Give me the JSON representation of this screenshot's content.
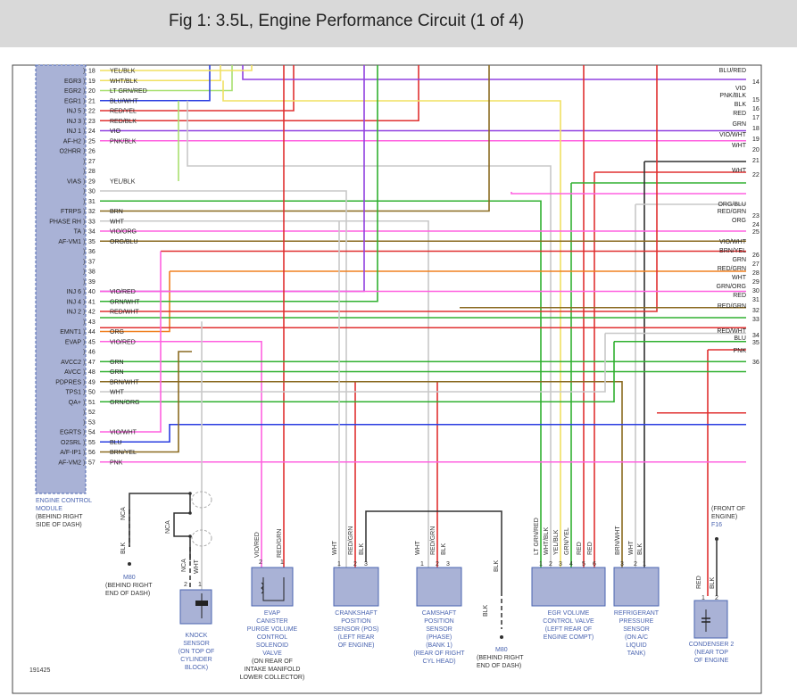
{
  "title": "Fig 1: 3.5L, Engine Performance Circuit (1 of 4)",
  "figure_id": "191425",
  "colors": {
    "title_bar": "#d9d9d9",
    "ecm_fill": "#a9b2d6",
    "component_fill": "#a9b2d6",
    "label_blue": "#4a64b0",
    "yellow": "#f0e060",
    "white": "#c8c8c8",
    "ltgreen": "#a8e070",
    "blue": "#2a3ee0",
    "red": "#e03030",
    "violet": "#9040e0",
    "pink": "#ff60e0",
    "black": "#303030",
    "brown": "#8a6a20",
    "green": "#30b030",
    "orange": "#f08020"
  },
  "ecm": {
    "label_lines": [
      "ENGINE CONTROL",
      "MODULE"
    ],
    "location_lines": [
      "(BEHIND RIGHT",
      "SIDE OF DASH)"
    ],
    "pins": [
      {
        "pin": "18",
        "name": "",
        "wire": "YEL/BLK"
      },
      {
        "pin": "19",
        "name": "EGR3",
        "wire": "WHT/BLK"
      },
      {
        "pin": "20",
        "name": "EGR2",
        "wire": "LT GRN/RED"
      },
      {
        "pin": "21",
        "name": "EGR1",
        "wire": "BLU/WHT"
      },
      {
        "pin": "22",
        "name": "INJ 5",
        "wire": "RED/YEL"
      },
      {
        "pin": "23",
        "name": "INJ 3",
        "wire": "RED/BLK"
      },
      {
        "pin": "24",
        "name": "INJ 1",
        "wire": "VIO"
      },
      {
        "pin": "25",
        "name": "AF-H2",
        "wire": "PNK/BLK"
      },
      {
        "pin": "26",
        "name": "O2HRR",
        "wire": ""
      },
      {
        "pin": "27",
        "name": "",
        "wire": ""
      },
      {
        "pin": "28",
        "name": "",
        "wire": ""
      },
      {
        "pin": "29",
        "name": "VIAS",
        "wire": "YEL/BLK"
      },
      {
        "pin": "30",
        "name": "",
        "wire": ""
      },
      {
        "pin": "31",
        "name": "",
        "wire": ""
      },
      {
        "pin": "32",
        "name": "FTRPS",
        "wire": "BRN"
      },
      {
        "pin": "33",
        "name": "PHASE RH",
        "wire": "WHT"
      },
      {
        "pin": "34",
        "name": "TA",
        "wire": "VIO/ORG"
      },
      {
        "pin": "35",
        "name": "AF-VM1",
        "wire": "ORG/BLU"
      },
      {
        "pin": "36",
        "name": "",
        "wire": ""
      },
      {
        "pin": "37",
        "name": "",
        "wire": ""
      },
      {
        "pin": "38",
        "name": "",
        "wire": ""
      },
      {
        "pin": "39",
        "name": "",
        "wire": ""
      },
      {
        "pin": "40",
        "name": "INJ 6",
        "wire": "VIO/RED"
      },
      {
        "pin": "41",
        "name": "INJ 4",
        "wire": "GRN/WHT"
      },
      {
        "pin": "42",
        "name": "INJ 2",
        "wire": "RED/WHT"
      },
      {
        "pin": "43",
        "name": "",
        "wire": ""
      },
      {
        "pin": "44",
        "name": "EMNT1",
        "wire": "ORG"
      },
      {
        "pin": "45",
        "name": "EVAP",
        "wire": "VIO/RED"
      },
      {
        "pin": "46",
        "name": "",
        "wire": ""
      },
      {
        "pin": "47",
        "name": "AVCC2",
        "wire": "GRN"
      },
      {
        "pin": "48",
        "name": "AVCC",
        "wire": "GRN"
      },
      {
        "pin": "49",
        "name": "PDPRES",
        "wire": "BRN/WHT"
      },
      {
        "pin": "50",
        "name": "TPS1",
        "wire": "WHT"
      },
      {
        "pin": "51",
        "name": "QA+",
        "wire": "GRN/ORG"
      },
      {
        "pin": "52",
        "name": "",
        "wire": ""
      },
      {
        "pin": "53",
        "name": "",
        "wire": ""
      },
      {
        "pin": "54",
        "name": "EGRTS",
        "wire": "VIO/WHT"
      },
      {
        "pin": "55",
        "name": "O2SRL",
        "wire": "BLU"
      },
      {
        "pin": "56",
        "name": "A/F-IP1",
        "wire": "BRN/YEL"
      },
      {
        "pin": "57",
        "name": "AF-VM2",
        "wire": "PNK"
      }
    ]
  },
  "right_refs": [
    {
      "num": "",
      "wire": "BLU/RED"
    },
    {
      "num": "14",
      "wire": ""
    },
    {
      "num": "",
      "wire": "VIO"
    },
    {
      "num": "15",
      "wire": "PNK/BLK"
    },
    {
      "num": "16",
      "wire": "BLK"
    },
    {
      "num": "17",
      "wire": "RED"
    },
    {
      "num": "18",
      "wire": "GRN"
    },
    {
      "num": "19",
      "wire": "VIO/WHT"
    },
    {
      "num": "20",
      "wire": "WHT"
    },
    {
      "num": "21",
      "wire": ""
    },
    {
      "num": "22",
      "wire": "WHT"
    },
    {
      "num": "",
      "wire": "ORG/BLU"
    },
    {
      "num": "23",
      "wire": "RED/GRN"
    },
    {
      "num": "24",
      "wire": "ORG"
    },
    {
      "num": "25",
      "wire": ""
    },
    {
      "num": "",
      "wire": "VIO/WHT"
    },
    {
      "num": "26",
      "wire": "BRN/YEL"
    },
    {
      "num": "27",
      "wire": "GRN"
    },
    {
      "num": "28",
      "wire": "RED/GRN"
    },
    {
      "num": "29",
      "wire": "WHT"
    },
    {
      "num": "30",
      "wire": "GRN/ORG"
    },
    {
      "num": "31",
      "wire": "RED"
    },
    {
      "num": "32",
      "wire": "RED/GRN"
    },
    {
      "num": "33",
      "wire": ""
    },
    {
      "num": "34",
      "wire": "RED/WHT"
    },
    {
      "num": "35",
      "wire": "BLU"
    },
    {
      "num": "",
      "wire": "PNK"
    },
    {
      "num": "36",
      "wire": ""
    }
  ],
  "components": {
    "knock_sensor": {
      "lines": [
        "KNOCK",
        "SENSOR",
        "(ON TOP OF",
        "CYLINDER",
        "BLOCK)"
      ],
      "pins": [
        "2",
        "1"
      ],
      "wires": [
        "NCA",
        "WHT"
      ]
    },
    "evap": {
      "lines": [
        "EVAP",
        "CANISTER",
        "PURGE VOLUME",
        "CONTROL",
        "SOLENOID",
        "VALVE"
      ],
      "location": [
        "(ON REAR OF",
        "INTAKE MANIFOLD",
        "LOWER COLLECTOR)"
      ],
      "pins": [
        "2",
        "1"
      ],
      "wires": [
        "VIO/RED",
        "RED/GRN"
      ]
    },
    "crank": {
      "lines": [
        "CRANKSHAFT",
        "POSITION",
        "SENSOR (POS)",
        "(LEFT REAR",
        "OF ENGINE)"
      ],
      "pins": [
        "1",
        "2",
        "3"
      ],
      "wires": [
        "WHT",
        "RED/GRN",
        "BLK"
      ]
    },
    "cam": {
      "lines": [
        "CAMSHAFT",
        "POSITION",
        "SENSOR",
        "(PHASE)",
        "(BANK 1)",
        "(REAR OF RIGHT",
        "CYL HEAD)"
      ],
      "pins": [
        "1",
        "2",
        "3"
      ],
      "wires": [
        "WHT",
        "RED/GRN",
        "BLK"
      ]
    },
    "egr": {
      "lines": [
        "EGR VOLUME",
        "CONTROL VALVE",
        "(LEFT REAR OF",
        "ENGINE COMPT)"
      ],
      "pins": [
        "1",
        "2",
        "3",
        "4",
        "5",
        "6"
      ],
      "wires": [
        "LT GRN/RED",
        "WHT/BLK",
        "YEL/BLK",
        "GRN/YEL",
        "RED",
        "RED"
      ]
    },
    "refrig": {
      "lines": [
        "REFRIGERANT",
        "PRESSURE",
        "SENSOR",
        "(ON A/C",
        "LIQUID",
        "TANK)"
      ],
      "pins": [
        "3",
        "2",
        "1"
      ],
      "wires": [
        "BRN/WHT",
        "WHT",
        "BLK"
      ]
    },
    "condenser": {
      "lines": [
        "CONDENSER 2",
        "(NEAR TOP",
        "OF ENGINE"
      ],
      "pins": [
        "1",
        "2"
      ],
      "wires": [
        "RED",
        "BLK"
      ]
    },
    "ground_m80_left": {
      "label": "M80",
      "location": [
        "(BEHIND RIGHT",
        "END OF DASH)"
      ],
      "wires": [
        "NCA",
        "BLK"
      ]
    },
    "ground_m80_mid": {
      "label": "M80",
      "location": [
        "(BEHIND RIGHT",
        "END OF DASH)"
      ],
      "wires": [
        "BLK",
        "BLK"
      ]
    },
    "ground_f16": {
      "label": "F16",
      "location": [
        "(FRONT OF",
        "ENGINE)"
      ]
    },
    "nca_labels": [
      "NCA",
      "NCA"
    ]
  }
}
